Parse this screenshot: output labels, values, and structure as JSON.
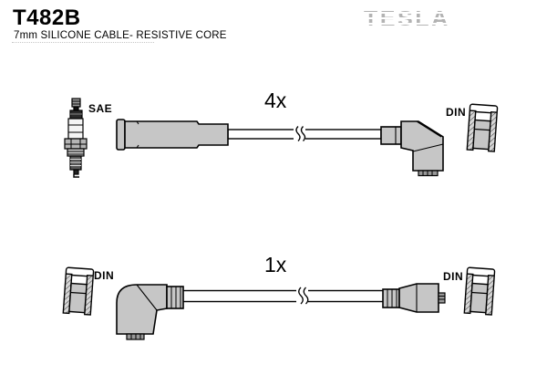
{
  "header": {
    "part_number": "T482B",
    "subtitle": "7mm SILICONE CABLE- RESISTIVE CORE",
    "brand": "TESLA"
  },
  "diagrams": [
    {
      "quantity": "4x",
      "left_label": "SAE",
      "right_label": "DIN",
      "icons": [
        "spark-plug-icon",
        "straight-boot-icon",
        "cable-line",
        "cable-break-icon",
        "angled-boot-icon",
        "din-socket-icon"
      ]
    },
    {
      "quantity": "1x",
      "left_label": "DIN",
      "right_label": "DIN",
      "icons": [
        "din-socket-icon",
        "elbow-boot-icon",
        "cable-line",
        "cable-break-icon",
        "terminal-boot-icon",
        "din-socket-icon"
      ]
    }
  ],
  "colors": {
    "outline": "#000000",
    "boot_fill": "#c6c6c6",
    "metal_fill": "#999999",
    "brand_gray": "#b3b3b3",
    "background": "#ffffff"
  }
}
